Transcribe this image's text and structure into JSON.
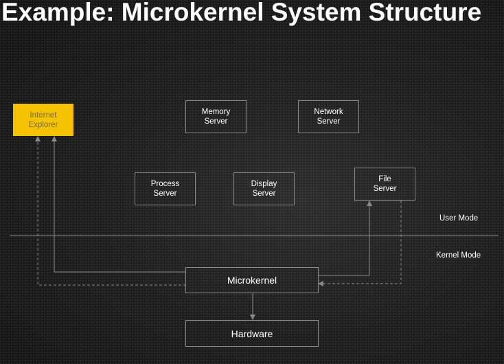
{
  "slide": {
    "title": "Example: Microkernel System Structure"
  },
  "boxes": {
    "internet_explorer": "Internet\nExplorer",
    "memory_server": "Memory\nServer",
    "network_server": "Network\nServer",
    "process_server": "Process\nServer",
    "display_server": "Display\nServer",
    "file_server": "File\nServer",
    "microkernel": "Microkernel",
    "hardware": "Hardware"
  },
  "modes": {
    "user_mode": "User Mode",
    "kernel_mode": "Kernel Mode"
  },
  "colors": {
    "highlight": "#f5c200",
    "line": "#8a8a8a",
    "text": "#ffffff"
  }
}
